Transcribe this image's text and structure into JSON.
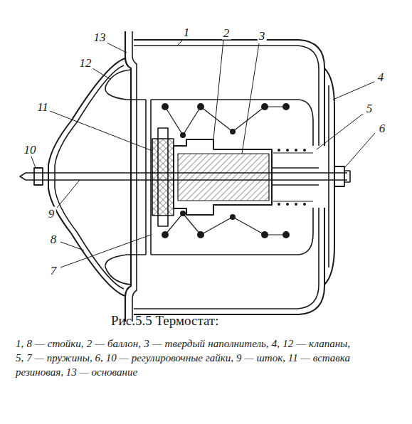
{
  "diagram": {
    "caption": "Рис.5.5 Термостат:",
    "labels": [
      "13",
      "1",
      "2",
      "3",
      "4",
      "12",
      "11",
      "5",
      "6",
      "10",
      "9",
      "8",
      "7",
      "1, 8 — стойки, 2 — баллон, 3 — твердый наполнитель, 4, 12 — клапаны, 5, 7 — пружины, 6, 10 — регулировочные гайки, 9 — шток, 11 — вставка резиновая, 13 — основание"
    ]
  }
}
